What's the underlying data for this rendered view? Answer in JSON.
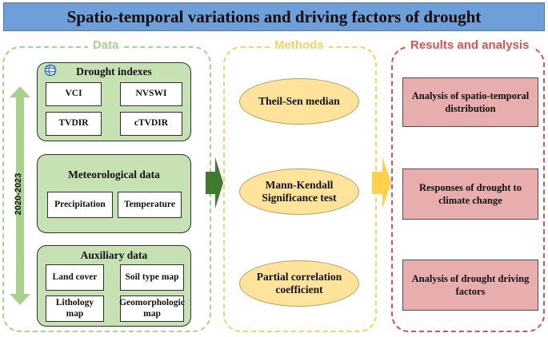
{
  "title": "Spatio-temporal variations and driving factors of drought",
  "sections": {
    "data": "Data",
    "methods": "Methods",
    "results": "Results and analysis"
  },
  "timeline_label": "2020-2023",
  "drought_indexes": {
    "title": "Drought indexes",
    "items": [
      "VCI",
      "NVSWI",
      "TVDIR",
      "cTVDIR"
    ]
  },
  "meteorological": {
    "title": "Meteorological data",
    "items": [
      "Precipitation",
      "Temperature"
    ]
  },
  "auxiliary": {
    "title": "Auxiliary data",
    "items": [
      "Land cover",
      "Soil type map",
      "Lithology map",
      "Geomorphologic map"
    ]
  },
  "methods": [
    "Theil-Sen median",
    "Mann-Kendall Significance test",
    "Partial correlation coefficient"
  ],
  "results": [
    "Analysis of spatio-temporal distribution",
    "Responses of drought to climate change",
    "Analysis of drought driving factors"
  ],
  "colors": {
    "title_bar": "#6f9fd8",
    "data_accent": "#a9d18e",
    "methods_accent": "#f4d35e",
    "results_accent": "#d9534f",
    "group_fill": "#c7e2b2",
    "oval_fill": "#fde49a",
    "result_fill": "#e8aeae",
    "arrow_green": "#3e7b2e",
    "arrow_yellow": "#ffd24a"
  },
  "icons": [
    "globe-icon",
    "double-arrow-icon",
    "right-arrow-icon"
  ]
}
